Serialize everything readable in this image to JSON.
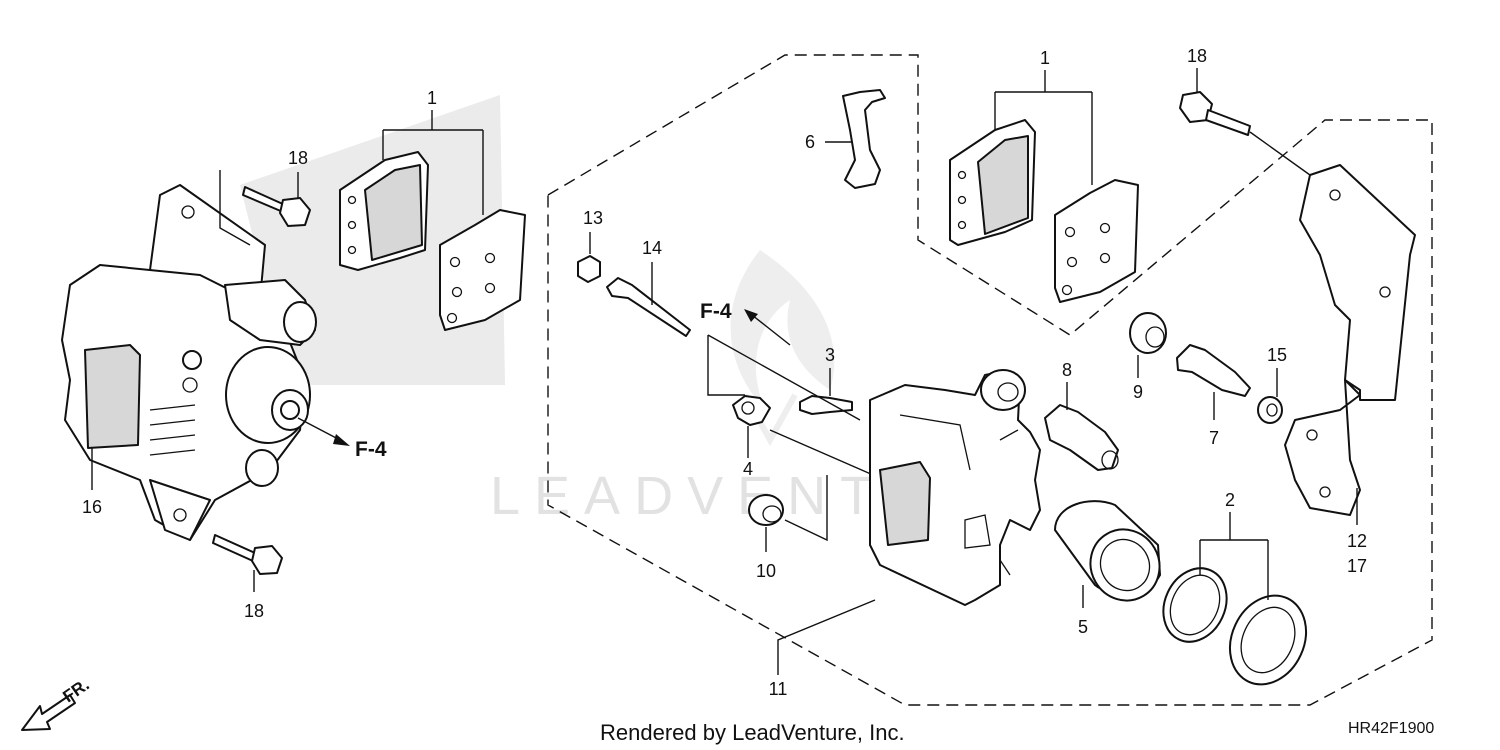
{
  "callouts": {
    "n1_left": "1",
    "n18_top_left": "18",
    "n16": "16",
    "n18_bottom_left": "18",
    "n13": "13",
    "n14": "14",
    "n3": "3",
    "n4": "4",
    "n10": "10",
    "n11": "11",
    "n6": "6",
    "n1_right": "1",
    "n18_right": "18",
    "n8": "8",
    "n9": "9",
    "n7": "7",
    "n15": "15",
    "n5": "5",
    "n2": "2",
    "n12": "12",
    "n17": "17"
  },
  "references": {
    "f4_left": "F-4",
    "f4_right": "F-4"
  },
  "front_marker": "FR.",
  "watermark": "LEADVENTURE",
  "footer": {
    "rendered_by": "Rendered by LeadVenture, Inc.",
    "diagram_code": "HR42F1900"
  }
}
